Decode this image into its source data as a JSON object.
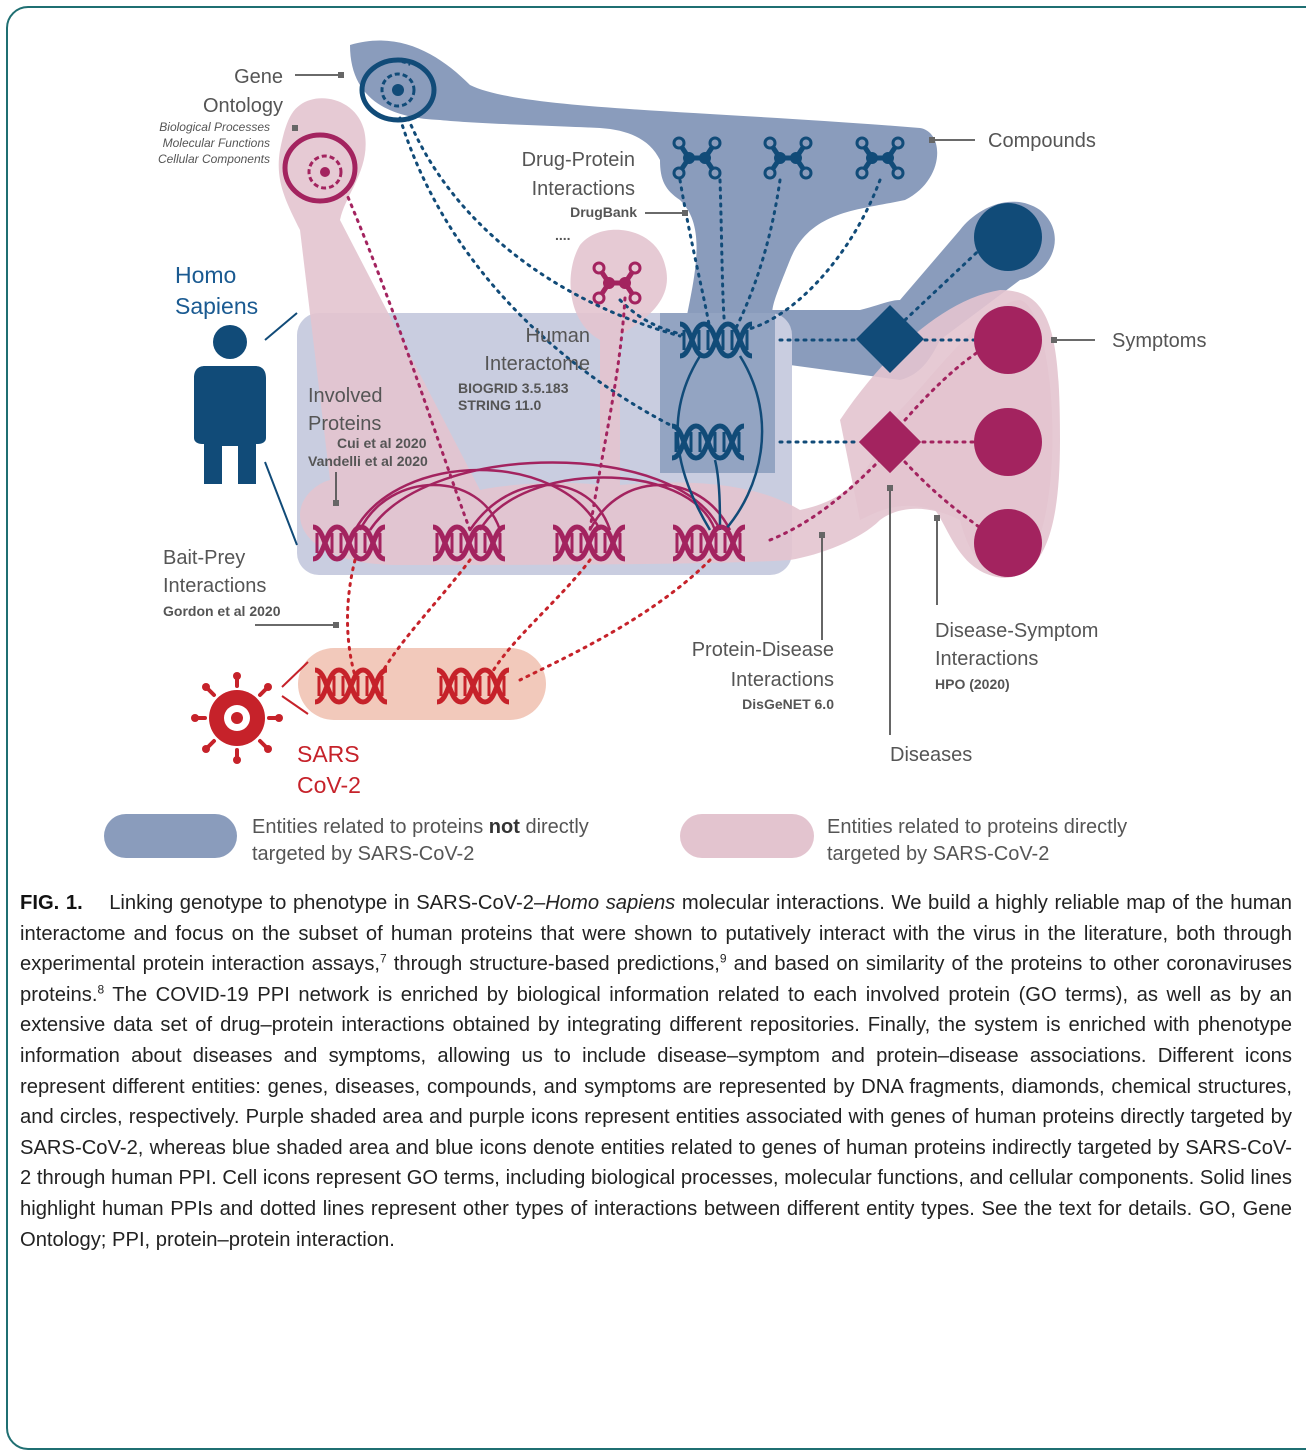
{
  "colors": {
    "blue_area": "#8a9cbc",
    "blue_icon": "#114b78",
    "purple_area": "#e3c4cf",
    "purple_icon": "#a3235f",
    "virus_area": "#f2c9bb",
    "virus_icon": "#c6222a",
    "frame": "#1f6f72"
  },
  "labels": {
    "gene_ontology": "Gene Ontology",
    "go_sub1": "Biological Processes",
    "go_sub2": "Molecular Functions",
    "go_sub3": "Cellular Components",
    "compounds": "Compounds",
    "drug_protein": "Drug-Protein Interactions",
    "drugbank": "DrugBank",
    "ellipsis": "....",
    "homo_sapiens": "Homo Sapiens",
    "human_interactome": "Human Interactome",
    "biogrid": "BIOGRID 3.5.183",
    "string": "STRING 11.0",
    "involved_proteins": "Involved Proteins",
    "cui": "Cui et al 2020",
    "vandelli": "Vandelli et al 2020",
    "symptoms": "Symptoms",
    "bait_prey": "Bait-Prey Interactions",
    "gordon": "Gordon et al 2020",
    "protein_disease": "Protein-Disease Interactions",
    "disgenet": "DisGeNET 6.0",
    "disease_symptom": "Disease-Symptom Interactions",
    "hpo": "HPO (2020)",
    "diseases": "Diseases",
    "sars": "SARS CoV-2"
  },
  "legend": {
    "blue_pre": "Entities related to proteins ",
    "blue_bold": "not",
    "blue_post": " directly",
    "blue_line2": "targeted by SARS-CoV-2",
    "purple_line1": "Entities related to proteins directly",
    "purple_line2": "targeted by SARS-CoV-2"
  },
  "caption": {
    "label": "FIG. 1.",
    "t1": "Linking genotype to phenotype in SARS-CoV-2–",
    "t1_italic": "Homo sapiens",
    "t2": " molecular interactions. We build a highly reliable map of the human interactome and focus on the subset of human proteins that were shown to putatively interact with the virus in the literature, both through experimental protein interaction assays,",
    "ref1": "7",
    "t3": " through structure-based predictions,",
    "ref2": "9",
    "t4": " and based on similarity of the proteins to other coronaviruses proteins.",
    "ref3": "8",
    "t5": " The COVID-19 PPI network is enriched by biological information related to each involved protein (GO terms), as well as by an extensive data set of drug–protein interactions obtained by integrating different repositories. Finally, the system is enriched with phenotype information about diseases and symptoms, allowing us to include disease–symptom and protein–disease associations. Different icons represent different entities: genes, diseases, compounds, and symptoms are represented by DNA fragments, diamonds, chemical structures, and circles, respectively. Purple shaded area and purple icons represent entities associated with genes of human proteins directly targeted by SARS-CoV-2, whereas blue shaded area and blue icons denote entities related to genes of human proteins indirectly targeted by SARS-CoV-2 through human PPI. Cell icons represent GO terms, including biological processes, molecular functions, and cellular components. Solid lines highlight human PPIs and dotted lines represent other types of interactions between different entity types. See the text for details. GO, Gene Ontology; PPI, protein–protein interaction."
  }
}
